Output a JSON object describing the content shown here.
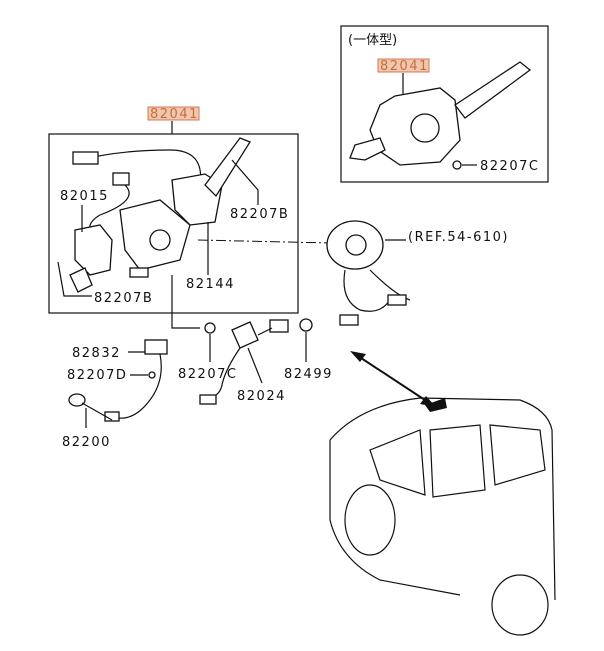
{
  "inset": {
    "note": "(一体型)",
    "assembly_part": "82041",
    "screw_part": "82207C"
  },
  "main_group": {
    "assembly_part": "82041"
  },
  "labels": {
    "p82015": "82015",
    "p82207B_upper": "82207B",
    "p82207B_lower": "82207B",
    "p82144": "82144",
    "ref": "(REF.54-610)",
    "p82832": "82832",
    "p82207D": "82207D",
    "p82207C": "82207C",
    "p82024": "82024",
    "p82499": "82499",
    "p82200": "82200"
  },
  "colors": {
    "highlight_fill": "#f2c6ae",
    "highlight_text": "#c0703e"
  }
}
